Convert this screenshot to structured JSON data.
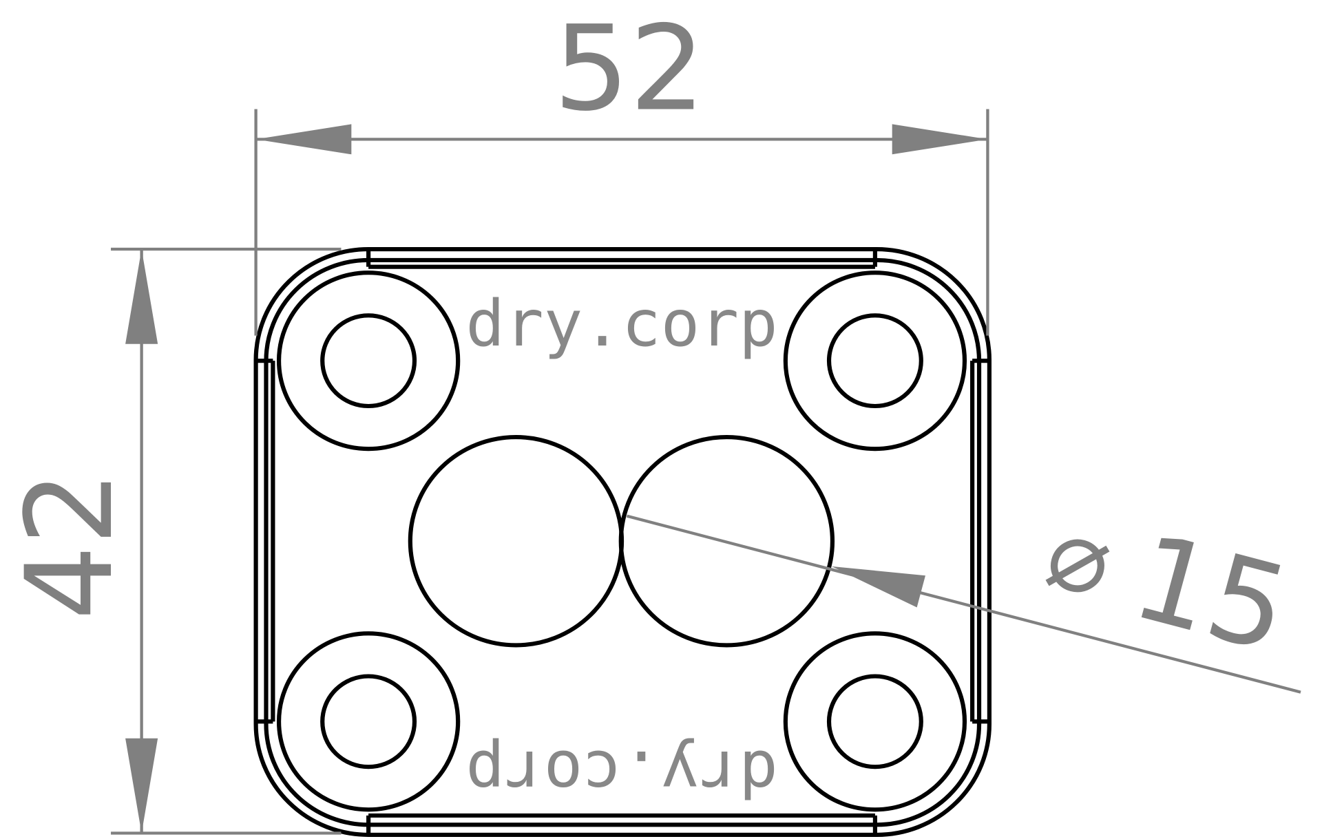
{
  "drawing": {
    "width_dimension": "52",
    "height_dimension": "42",
    "diameter_symbol": "⌀",
    "diameter_value": "15",
    "engraving_top": "dry.corp",
    "engraving_bottom": "dry.corp"
  },
  "colors": {
    "outline": "#000000",
    "dimension": "#808080"
  }
}
